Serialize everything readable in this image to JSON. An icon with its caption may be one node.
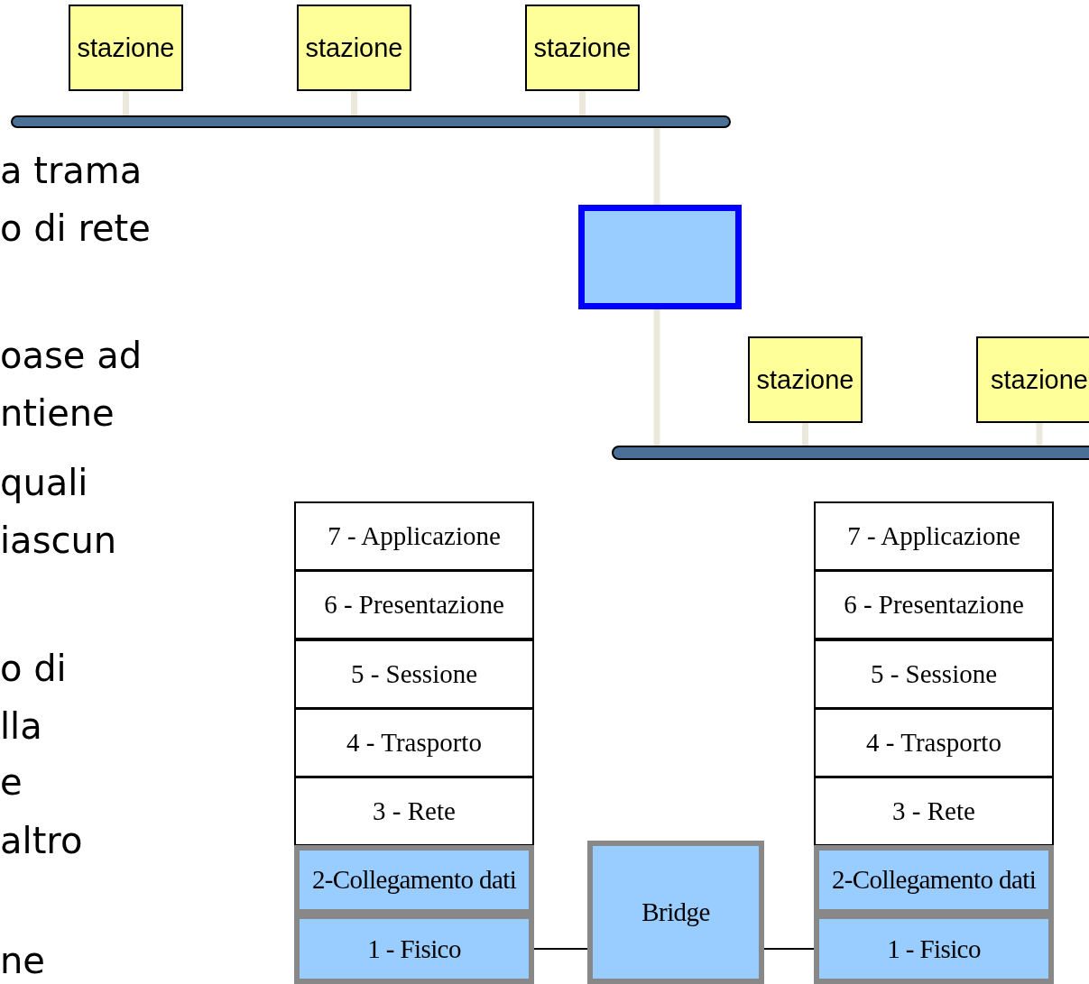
{
  "diagram": {
    "nodes": [
      {
        "text": [
          "stazione"
        ]
      },
      {
        "text": [
          "stazione"
        ]
      },
      {
        "text": [
          "stazione"
        ]
      },
      {
        "text": [],
        "shape": "bar"
      },
      {
        "text": [],
        "shape": "box"
      },
      {
        "text": [
          "stazione"
        ]
      },
      {
        "text": [
          "stazione"
        ]
      },
      {
        "text": [],
        "shape": "bar"
      },
      {
        "text": [
          "7 - Applicazione"
        ]
      },
      {
        "text": [
          "6 - Presentazione"
        ]
      },
      {
        "text": [
          "5 - Sessione"
        ]
      },
      {
        "text": [
          "4 - Trasporto"
        ]
      },
      {
        "text": [
          "3 - Rete"
        ]
      },
      {
        "text": [
          "2-Collegamento dati"
        ]
      },
      {
        "text": [
          "1 - Fisico"
        ]
      },
      {
        "text": [
          "Bridge"
        ]
      },
      {
        "text": [
          "7 - Applicazione"
        ]
      },
      {
        "text": [
          "6 - Presentazione"
        ]
      },
      {
        "text": [
          "5 - Sessione"
        ]
      },
      {
        "text": [
          "4 - Trasporto"
        ]
      },
      {
        "text": [
          "3 - Rete"
        ]
      },
      {
        "text": [
          "2-Collegamento dati"
        ]
      },
      {
        "text": [
          "1 - Fisico"
        ]
      }
    ],
    "edges": [
      {
        "from": 0,
        "to": 3,
        "arrow": "none"
      },
      {
        "from": 1,
        "to": 3,
        "arrow": "none"
      },
      {
        "from": 2,
        "to": 3,
        "arrow": "none"
      },
      {
        "from": 3,
        "to": 4,
        "arrow": "none"
      },
      {
        "from": 4,
        "to": 7,
        "arrow": "none"
      },
      {
        "from": 5,
        "to": 7,
        "arrow": "none"
      },
      {
        "from": 6,
        "to": 7,
        "arrow": "none"
      },
      {
        "from": 14,
        "to": 15,
        "arrow": "none",
        "color": "#000000"
      },
      {
        "from": 15,
        "to": 22,
        "arrow": "none",
        "color": "#000000"
      }
    ],
    "labels": [
      "a trama",
      "o di rete",
      "oase ad",
      "ntiene",
      "quali",
      "iascun",
      "o di",
      "lla",
      "e",
      "altro",
      "ne"
    ]
  }
}
